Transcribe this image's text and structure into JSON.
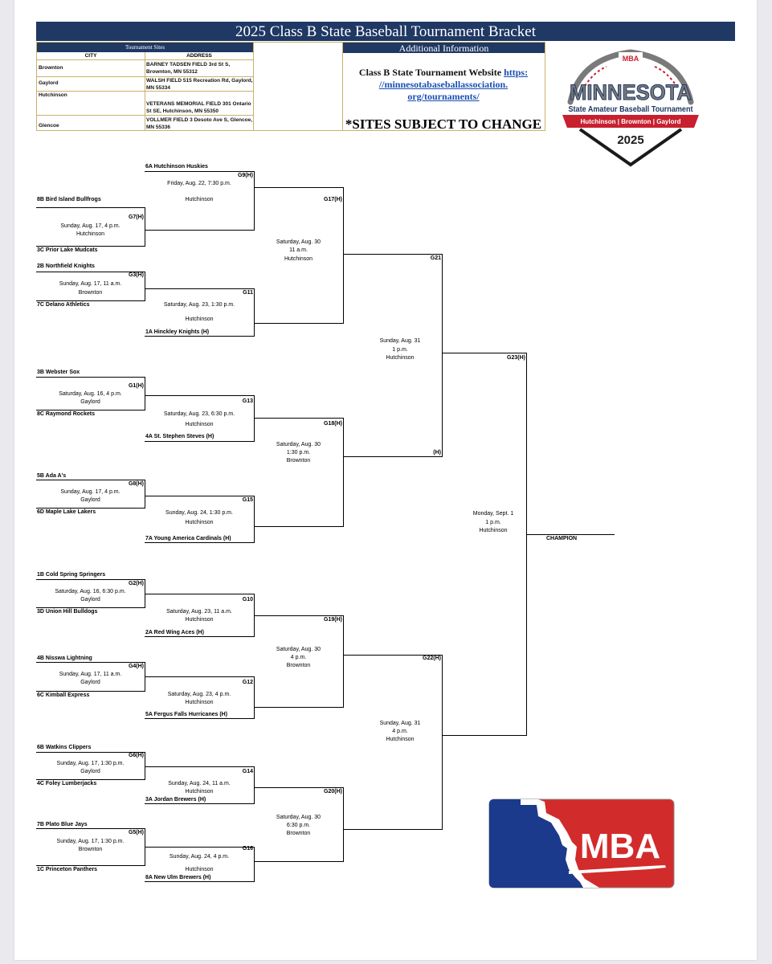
{
  "title": "2025 Class B State Baseball Tournament Bracket",
  "sites": {
    "header": "Tournament Sites",
    "col_city": "CITY",
    "col_address": "ADDRESS",
    "rows": [
      {
        "city": "Brownton",
        "address": "BARNEY TADSEN FIELD 3rd St S, Brownton, MN 55312"
      },
      {
        "city": "Gaylord",
        "address": "WALSH FIELD 515 Recreation Rd, Gaylord, MN 55334"
      },
      {
        "city": "Hutchinson",
        "address": "VETERANS MEMORIAL FIELD 301 Ontario St SE, Hutchinson, MN 55350"
      },
      {
        "city": "Glencoe",
        "address": "VOLLMER FIELD 3 Desoto Ave S, Glencoe, MN 55336"
      }
    ]
  },
  "info": {
    "header": "Additional Information",
    "label": "Class B State Tournament Website",
    "link": "https://minnesotabaseballassociation.org/tournaments/",
    "link_line1": "https:",
    "link_line2": "//minnesotabaseballassociation.",
    "link_line3": "org/tournaments/",
    "note": "*SITES SUBJECT TO CHANGE"
  },
  "logo": {
    "word": "MINNESOTA",
    "sub": "State Amateur Baseball Tournament",
    "cities": "Hutchinson | Brownton | Gaylord",
    "year": "2025",
    "badge": "MBA",
    "colors": {
      "navy": "#1f3864",
      "red": "#c8202f",
      "gray": "#7a7a7a"
    }
  },
  "mba_logo": {
    "text": "MBA",
    "colors": {
      "blue": "#1b3a8c",
      "red": "#d22b2b"
    }
  },
  "champion_label": "CHAMPION",
  "teams": [
    "6A Hutchinson Huskies",
    "8B Bird Island Bullfrogs",
    "3C Prior Lake Mudcats",
    "2B Northfield Knights",
    "7C Delano Athletics",
    "1A Hinckley Knights (H)",
    "3B Webster Sox",
    "8C Raymond Rockets",
    "4A St. Stephen Steves (H)",
    "5B Ada A's",
    "6D Maple Lake Lakers",
    "7A Young America Cardinals (H)",
    "1B Cold Spring Springers",
    "3D Union Hill Bulldogs",
    "2A Red Wing Aces (H)",
    "4B Nisswa Lightning",
    "6C Kimball Express",
    "5A Fergus Falls Hurricanes (H)",
    "6B Watkins Clippers",
    "4C Foley Lumberjacks",
    "3A Jordan Brewers (H)",
    "7B Plato Blue Jays",
    "1C Princeton Panthers",
    "8A New Ulm Brewers (H)"
  ],
  "games": {
    "g1": {
      "id": "G1(H)",
      "date": "Saturday, Aug. 16, 4 p.m.",
      "site": "Gaylord"
    },
    "g2": {
      "id": "G2(H)",
      "date": "Saturday, Aug. 16, 6:30 p.m.",
      "site": "Gaylord"
    },
    "g3": {
      "id": "G3(H)",
      "date": "Sunday, Aug. 17, 11 a.m.",
      "site": "Brownton"
    },
    "g4": {
      "id": "G4(H)",
      "date": "Sunday, Aug. 17, 11 a.m.",
      "site": "Gaylord"
    },
    "g5": {
      "id": "G5(H)",
      "date": "Sunday, Aug. 17, 1:30 p.m.",
      "site": "Brownton"
    },
    "g6": {
      "id": "G6(H)",
      "date": "Sunday, Aug. 17, 1:30 p.m.",
      "site": "Gaylord"
    },
    "g7": {
      "id": "G7(H)",
      "date": "Sunday, Aug. 17, 4 p.m.",
      "site": "Hutchinson"
    },
    "g8": {
      "id": "G8(H)",
      "date": "Sunday, Aug. 17, 4 p.m.",
      "site": "Gaylord"
    },
    "g9": {
      "id": "G9(H)",
      "date": "Friday, Aug. 22, 7:30 p.m.",
      "site": "Hutchinson"
    },
    "g10": {
      "id": "G10",
      "date": "Saturday, Aug. 23, 11 a.m.",
      "site": "Hutchinson"
    },
    "g11": {
      "id": "G11",
      "date": "Saturday, Aug. 23, 1:30 p.m.",
      "site": "Hutchinson"
    },
    "g12": {
      "id": "G12",
      "date": "Saturday, Aug. 23, 4 p.m.",
      "site": "Hutchinson"
    },
    "g13": {
      "id": "G13",
      "date": "Saturday, Aug. 23, 6:30 p.m.",
      "site": "Hutchinson"
    },
    "g14": {
      "id": "G14",
      "date": "Sunday, Aug. 24, 11 a.m.",
      "site": "Hutchinson"
    },
    "g15": {
      "id": "G15",
      "date": "Sunday, Aug. 24, 1:30 p.m.",
      "site": "Hutchinson"
    },
    "g16": {
      "id": "G16",
      "date": "Sunday, Aug. 24, 4 p.m.",
      "site": "Hutchinson"
    },
    "g17": {
      "id": "G17(H)",
      "date": "Saturday, Aug. 30",
      "time": "11 a.m.",
      "site": "Hutchinson"
    },
    "g18": {
      "id": "G18(H)",
      "date": "Saturday, Aug. 30",
      "time": "1:30 p.m.",
      "site": "Brownton"
    },
    "g19": {
      "id": "G19(H)",
      "date": "Saturday, Aug. 30",
      "time": "4 p.m.",
      "site": "Brownton"
    },
    "g20": {
      "id": "G20(H)",
      "date": "Saturday, Aug. 30",
      "time": "6:30 p.m.",
      "site": "Brownton"
    },
    "g21": {
      "id": "G21",
      "id_bottom": "(H)",
      "date": "Sunday, Aug. 31",
      "time": "1 p.m.",
      "site": "Hutchinson"
    },
    "g22": {
      "id": "G22(H)",
      "date": "Sunday, Aug. 31",
      "time": "4 p.m.",
      "site": "Hutchinson"
    },
    "g23": {
      "id": "G23(H)",
      "date": "Monday, Sept. 1",
      "time": "1 p.m.",
      "site": "Hutchinson"
    }
  }
}
